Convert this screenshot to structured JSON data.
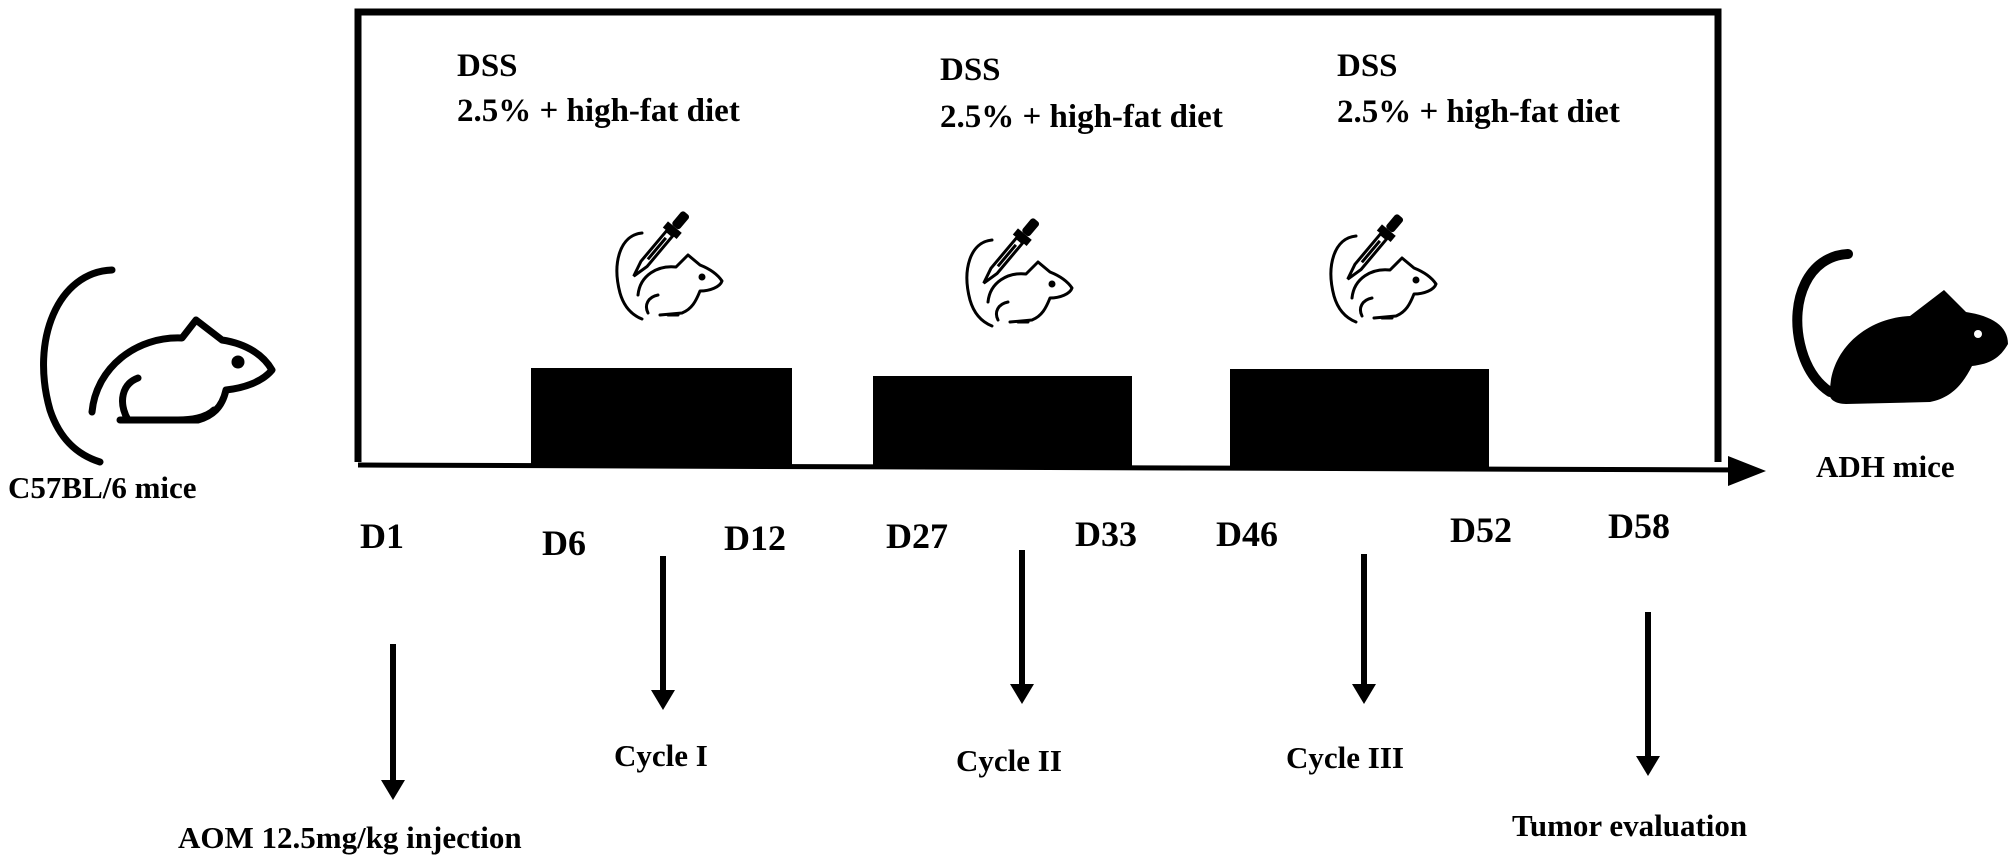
{
  "treatment_blocks": [
    {
      "line1": "DSS",
      "line2": "2.5% + high-fat diet"
    },
    {
      "line1": "DSS",
      "line2": "2.5% + high-fat diet"
    },
    {
      "line1": "DSS",
      "line2": "2.5% + high-fat diet"
    }
  ],
  "start_label": "C57BL/6 mice",
  "end_label": "ADH mice",
  "days": [
    "D1",
    "D6",
    "D12",
    "D27",
    "D33",
    "D46",
    "D52",
    "D58"
  ],
  "cycles": [
    "Cycle I",
    "Cycle II",
    "Cycle III"
  ],
  "events": {
    "injection": "AOM 12.5mg/kg injection",
    "evaluation": "Tumor evaluation"
  },
  "icons": {
    "start_mouse": "mouse-outline-icon",
    "end_mouse": "mouse-filled-icon",
    "dropper": "dropper-icon",
    "small_mouse": "mouse-outline-icon"
  },
  "colors": {
    "ink": "#000000",
    "background": "#ffffff"
  }
}
